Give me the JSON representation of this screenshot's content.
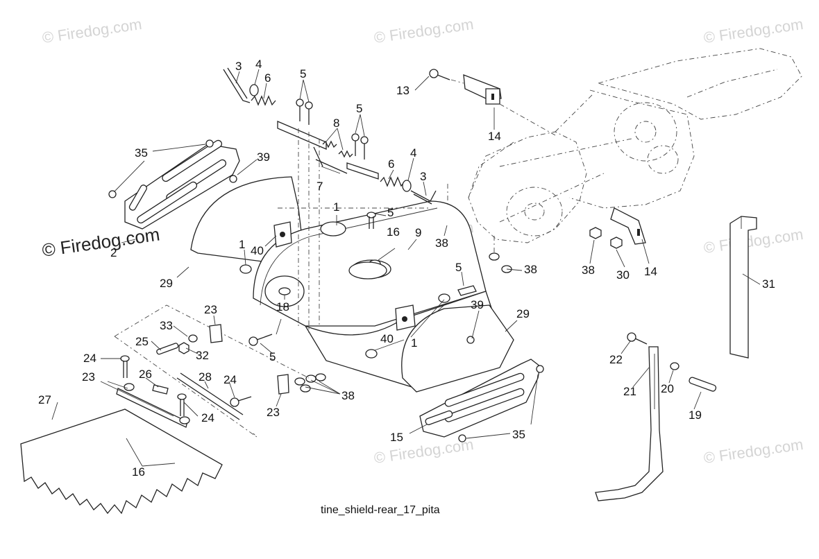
{
  "watermark": "© Firedog.com",
  "caption": "tine_shield-rear_17_pita",
  "labels": {
    "l3a": "3",
    "l4a": "4",
    "l6a": "6",
    "l5a": "5",
    "l35a": "35",
    "l39a": "39",
    "l8": "8",
    "l5b": "5",
    "l6b": "6",
    "l4b": "4",
    "l3b": "3",
    "l7": "7",
    "l13": "13",
    "l14a": "14",
    "l1a": "1",
    "l5c": "5",
    "l16a": "16",
    "l9": "9",
    "l38a": "38",
    "l40a": "40",
    "l2": "2",
    "l1b": "1",
    "l29a": "29",
    "l18": "18",
    "l38b": "38",
    "l38c": "38",
    "l30": "30",
    "l14b": "14",
    "l31": "31",
    "l5d": "5",
    "l39b": "39",
    "l29b": "29",
    "l23a": "23",
    "l33": "33",
    "l25": "25",
    "l32": "32",
    "l5e": "5",
    "l40b": "40",
    "l1c": "1",
    "l24a": "24",
    "l26": "26",
    "l28": "28",
    "l24b": "24",
    "l23b": "23",
    "l27": "27",
    "l24c": "24",
    "l23c": "23",
    "l38d": "38",
    "l35b": "35",
    "l15": "15",
    "l16b": "16",
    "l22": "22",
    "l20": "20",
    "l21": "21",
    "l19": "19"
  }
}
